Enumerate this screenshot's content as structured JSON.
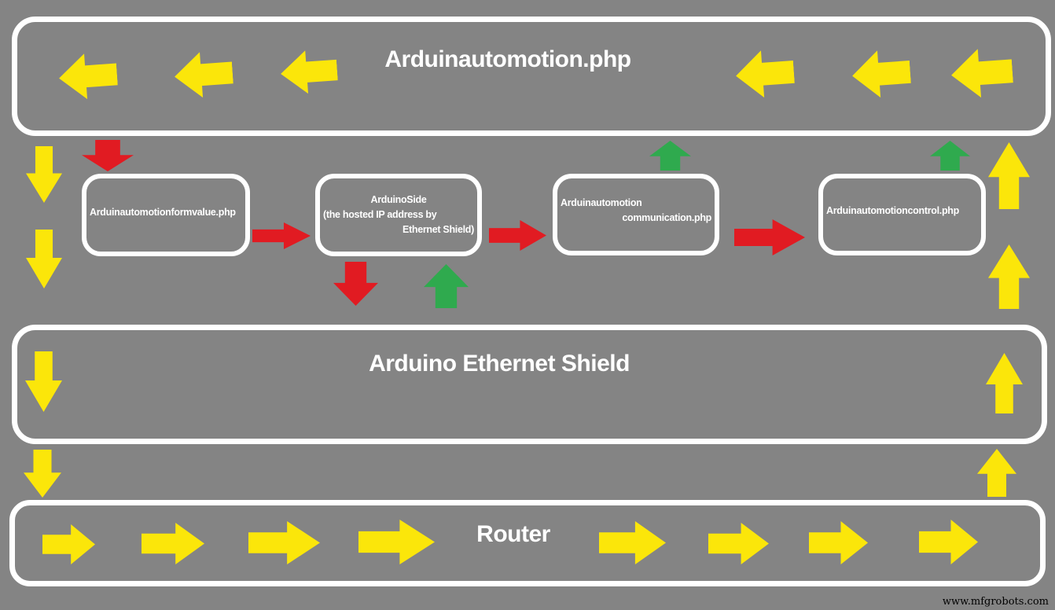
{
  "colors": {
    "background": "#848484",
    "box_border": "#ffffff",
    "text": "#ffffff",
    "arrow_yellow": "#fbe60a",
    "arrow_red": "#e11b22",
    "arrow_green": "#2faa4e",
    "watermark_color": "#000000"
  },
  "icons": {
    "arrow_left": "css-block-arrow-left",
    "arrow_right": "css-block-arrow-right",
    "arrow_up": "css-block-arrow-up",
    "arrow_down": "css-block-arrow-down"
  },
  "diagram": {
    "top_box": {
      "title": "Arduinautomotion.php"
    },
    "middle_boxes": [
      {
        "lines": [
          "Arduinautomotionformvalue.php"
        ]
      },
      {
        "lines": [
          "ArduinoSide",
          "(the hosted IP address by",
          "Ethernet Shield)"
        ]
      },
      {
        "lines": [
          "Arduinautomotion",
          "communication.php"
        ]
      },
      {
        "lines": [
          "Arduinautomotioncontrol.php"
        ]
      }
    ],
    "ethernet_box": {
      "title": "Arduino Ethernet Shield"
    },
    "router_box": {
      "title": "Router"
    },
    "watermark": "www.mfgrobots.com"
  }
}
